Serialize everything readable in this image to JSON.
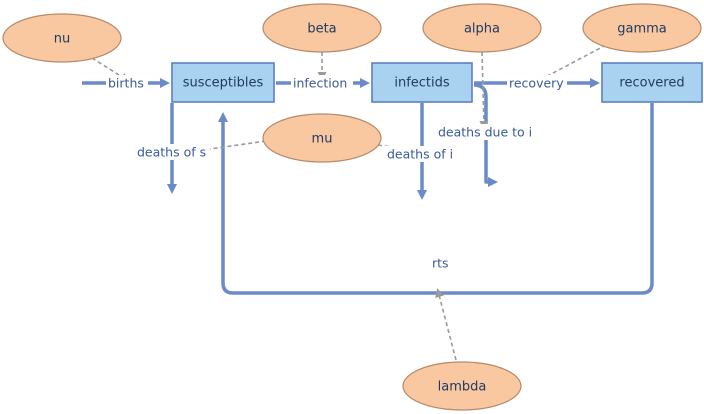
{
  "stocks": {
    "susceptibles": "susceptibles",
    "infectids": "infectids",
    "recovered": "recovered"
  },
  "params": {
    "nu": "nu",
    "beta": "beta",
    "alpha": "alpha",
    "gamma": "gamma",
    "mu": "mu",
    "lambda": "lambda"
  },
  "flows": {
    "births": "births",
    "infection": "infection",
    "recovery": "recovery",
    "deaths_of_s": "deaths of s",
    "deaths_of_i": "deaths of i",
    "deaths_due_to_i": "deaths due to i",
    "rts": "rts"
  },
  "colors": {
    "stock_fill": "#a9d2f0",
    "stock_border": "#5f7fbf",
    "param_fill": "#f9c8a0",
    "flow": "#6a8ac8",
    "influence": "#9a9a9a"
  }
}
